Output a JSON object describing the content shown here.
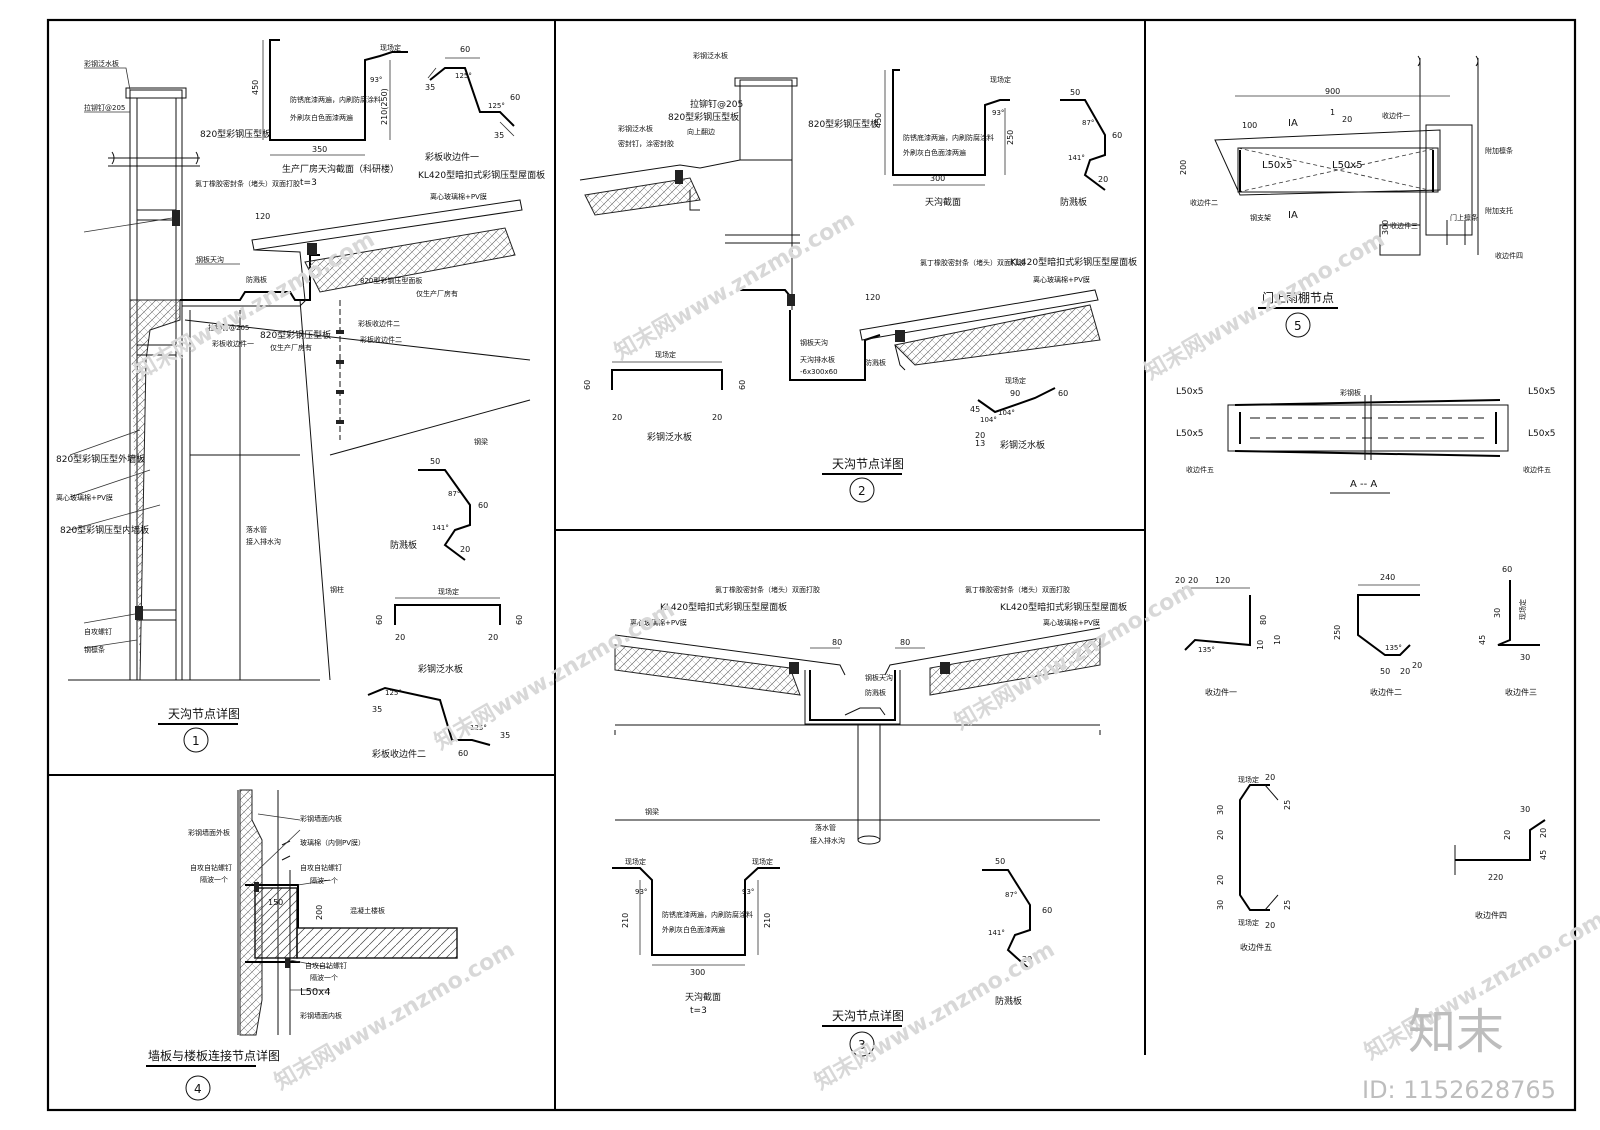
{
  "panel1": {
    "title": "天沟节点详图",
    "number": "1",
    "labels": {
      "flashing_top": "彩钢泛水板",
      "rivet": "拉铆钉@205",
      "panel820": "820型彩钢压型板",
      "sealant": "氯丁橡胶密封条（堵头）双面打胶",
      "kl420": "KL420型暗扣式彩钢压型屋面板",
      "glasswool": "离心玻璃棉+PV膜",
      "gutter_plate": "钢板天沟",
      "splash": "防溅板",
      "rivet2": "拉铆钉@205",
      "panel820b": "820型彩钢压型板",
      "trim2": "彩板收边件二",
      "room_only": "仅生产厂房有",
      "trim1": "彩板收边件一",
      "inner_panel": "820型彩钢压型面板",
      "only_workshop": "仅生产厂房有",
      "wall_outer": "820型彩钢压型外墙板",
      "glasswool2": "离心玻璃棉+PV膜",
      "wall_inner": "820型彩钢压型内墙板",
      "downpipe": "落水管",
      "into_drain": "接入排水沟",
      "steel_column": "钢柱",
      "steel_beam": "钢梁",
      "selftap": "自攻螺钉",
      "purlin": "钢檩条",
      "w120": "120"
    },
    "gutter_section": {
      "title": "生产厂房天沟截面（科研楼）",
      "thickness": "t=3",
      "d450": "450",
      "d350": "350",
      "d210": "210(250)",
      "note1": "防锈底漆两遍，内刷防腐涂料",
      "note2": "外刷灰白色面漆两遍",
      "site": "现场定",
      "a93": "93°"
    },
    "trim1": {
      "title": "彩板收边件一",
      "d60": "60",
      "d35": "35",
      "a125": "125°",
      "d35b": "35",
      "a125b": "125°",
      "d60b": "60"
    },
    "splash": {
      "title": "防溅板",
      "d50": "50",
      "a87": "87°",
      "d60": "60",
      "a141": "141°",
      "d20": "20"
    },
    "flashing": {
      "title": "彩钢泛水板",
      "site": "现场定",
      "d60": "60",
      "d20": "20",
      "d60b": "60",
      "d20b": "20"
    },
    "trim2": {
      "title": "彩板收边件二",
      "d35": "35",
      "a125": "125°",
      "a125b": "125°",
      "d35b": "35",
      "d60": "60"
    }
  },
  "panel2": {
    "title": "天沟节点详图",
    "number": "2",
    "labels": {
      "flashing": "彩钢泛水板",
      "rivet": "拉铆钉@205",
      "panel820": "820型彩钢压型板",
      "flashing2": "彩钢泛水板",
      "sealrivet": "密封钉，涂密封胶",
      "upturn": "向上翻边",
      "panel820b": "820型彩钢压型板",
      "sealant": "氯丁橡胶密封条（堵头）双面打胶",
      "kl420": "KL420型暗扣式彩钢压型屋面板",
      "glasswool": "离心玻璃棉+PV膜",
      "gutter_plate": "钢板天沟",
      "drain_plate": "天沟排水板",
      "plate_size": "-6x300x60",
      "splash": "防溅板",
      "w120": "120"
    },
    "gutter": {
      "title": "天沟截面",
      "d450": "450",
      "d250": "250",
      "d300": "300",
      "a93": "93°",
      "note1": "防锈底漆两遍，内刷防腐涂料",
      "note2": "外刷灰白色面漆两遍",
      "site": "现场定"
    },
    "splash": {
      "title": "防溅板",
      "d50": "50",
      "a87": "87°",
      "d60": "60",
      "a141": "141°",
      "d20": "20"
    },
    "flashing_left": {
      "title": "彩钢泛水板",
      "site": "现场定",
      "d60": "60",
      "d20": "20",
      "d60b": "60",
      "d20b": "20"
    },
    "flashing_right": {
      "title": "彩钢泛水板",
      "site": "现场定",
      "d90": "90",
      "d60": "60",
      "d45": "45",
      "a104": "104°",
      "a104b": "104°",
      "d20": "20",
      "d13": "13"
    }
  },
  "panel3": {
    "title": "天沟节点详图",
    "number": "3",
    "labels": {
      "sealant_l": "氯丁橡胶密封条（堵头）双面打胶",
      "kl420_l": "KL420型暗扣式彩钢压型屋面板",
      "glasswool_l": "离心玻璃棉+PV膜",
      "sealant_r": "氯丁橡胶密封条（堵头）双面打胶",
      "kl420_r": "KL420型暗扣式彩钢压型屋面板",
      "glasswool_r": "离心玻璃棉+PV膜",
      "gutter": "钢板天沟",
      "splash": "防溅板",
      "beam": "钢梁",
      "downpipe": "落水管",
      "into_drain": "接入排水沟",
      "d80a": "80",
      "d80b": "80"
    },
    "gutter": {
      "title": "天沟截面",
      "thickness": "t=3",
      "d210": "210",
      "d210b": "210",
      "d300": "300",
      "a93": "93°",
      "a93b": "93°",
      "note1": "防锈底漆两遍，内刷防腐涂料",
      "note2": "外刷灰白色面漆两遍",
      "site": "现场定",
      "site2": "现场定"
    },
    "splash": {
      "title": "防溅板",
      "d50": "50",
      "a87": "87°",
      "d60": "60",
      "a141": "141°",
      "d20": "20"
    }
  },
  "panel4": {
    "title": "墙板与楼板连接节点详图",
    "number": "4",
    "labels": {
      "outer": "彩钢墙面外板",
      "selftap": "自攻自钻螺钉",
      "every": "隔波一个",
      "inner": "彩钢墙面内板",
      "glass": "玻璃棉（内侧PV膜）",
      "selftap2": "自攻自钻螺钉",
      "every2": "隔波一个",
      "concrete": "混凝土楼板",
      "selftap3": "自攻自钻螺钉",
      "every3": "隔波一个",
      "angle": "L50x4",
      "inner2": "彩钢墙面内板",
      "d150": "150",
      "d200": "200"
    }
  },
  "panel5": {
    "title": "门上雨棚节点",
    "number": "5",
    "labels": {
      "d900": "900",
      "d100": "100",
      "d20": "20",
      "d1": "1",
      "ia": "IA",
      "ia2": "IA",
      "trim1": "收边件一",
      "angle1": "L50x5",
      "angle2": "L50x5",
      "d200": "200",
      "trim2": "收边件二",
      "steel": "钢支架",
      "d300": "300",
      "trim3": "收边件三",
      "trim4": "收边件四",
      "door_purlin": "门上檩条",
      "extra_purlin": "附加檩条",
      "extra_support": "附加支托"
    },
    "section_aa": {
      "title": "A -- A",
      "panel": "彩钢板",
      "l1": "L50x5",
      "l2": "L50x5",
      "l3": "L50x5",
      "l4": "L50x5",
      "trim5": "收边件五",
      "trim5b": "收边件五"
    },
    "trims": {
      "t1": {
        "title": "收边件一",
        "d20": "20",
        "d20b": "20",
        "d120": "120",
        "d80": "80",
        "d10": "10",
        "d10b": "10",
        "a135": "135°"
      },
      "t2": {
        "title": "收边件二",
        "d240": "240",
        "d250": "250",
        "a135": "135°",
        "d50": "50",
        "d20": "20",
        "d20b": "20"
      },
      "t3": {
        "title": "收边件三",
        "d60": "60",
        "d30": "30",
        "d45": "45",
        "site": "现场定",
        "d30b": "30"
      },
      "t5": {
        "title": "收边件五",
        "site": "现场定",
        "site2": "现场定",
        "d20": "20",
        "d25": "25",
        "d25b": "25",
        "d20b": "20",
        "d30": "30",
        "d20c": "20",
        "d20d": "20",
        "d30b": "30"
      },
      "t4": {
        "title": "收边件四",
        "d30": "30",
        "d20": "20",
        "d45": "45",
        "d20b": "20",
        "d220": "220"
      }
    }
  },
  "watermark": {
    "brand": "知末",
    "id": "ID: 1152628765",
    "site": "知末网www.znzmo.com"
  }
}
